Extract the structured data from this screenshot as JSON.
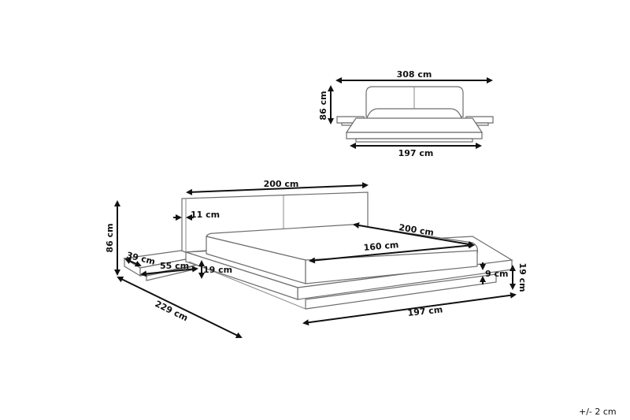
{
  "diagram": {
    "subject": "Platform bed with headboard and side tables - dimension drawing",
    "front_view": {
      "overall_width": "308 cm",
      "height": "86 cm",
      "base_width": "197 cm"
    },
    "perspective_view": {
      "headboard_width": "200 cm",
      "headboard_thickness": "11 cm",
      "total_height": "86 cm",
      "side_table_depth": "39 cm",
      "side_table_width": "55 cm",
      "side_table_height": "19 cm",
      "overall_length": "229 cm",
      "mattress_length": "200 cm",
      "mattress_width": "160 cm",
      "platform_step_height": "9 cm",
      "platform_height": "19 cm",
      "base_width": "197 cm"
    },
    "tolerance": "+/- 2 cm"
  }
}
